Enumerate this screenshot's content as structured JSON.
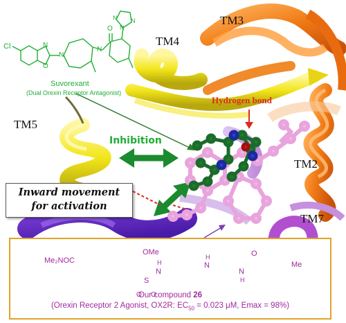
{
  "labels": {
    "tm3": "TM3",
    "tm4": "TM4",
    "tm5": "TM5",
    "tm2": "TM2",
    "tm7": "TM7",
    "hydrogen_bond": "Hydrogen bond",
    "inhibition": "Inhibition",
    "inward_line1": "Inward movement",
    "inward_line2": "for activation"
  },
  "suvorexant": {
    "name": "Suvorexant",
    "subtitle": "(Dual Orexin Receptor Antagonist)",
    "atoms": {
      "cl": "Cl",
      "n1": "N",
      "n2": "N",
      "n3": "N",
      "o1": "O",
      "o2": "O",
      "n4": "N",
      "n5": "N",
      "n6": "N"
    }
  },
  "compound": {
    "caption_prefix": "Our compound ",
    "caption_number": "26",
    "activity_prefix": "(Orexin Receptor 2 Agonist, OX2R: EC",
    "activity_subscript": "50",
    "activity_suffix": " = 0.023 μM, Emax =  98%)",
    "groups": {
      "ome": "OMe",
      "me2noc": "Me₂NOC",
      "sulfonyl": "S",
      "o_left": "O",
      "o_right": "O",
      "nh_sulfonamide": "N",
      "h_sulfonamide": "H",
      "h_amine": "H",
      "nh_amine": "N",
      "n_amide": "N",
      "h_amide": "H",
      "o_amide": "O",
      "me": "Me"
    }
  },
  "colors": {
    "tm3": "#f07a14",
    "tm4": "#f2e61a",
    "tm5": "#e6db1c",
    "tm7": "#b24fd0",
    "inhibition": "#1c8a2e",
    "hydrogen_bond": "#e0281e",
    "compound": "#a0299f",
    "box_border": "#e0a325"
  }
}
